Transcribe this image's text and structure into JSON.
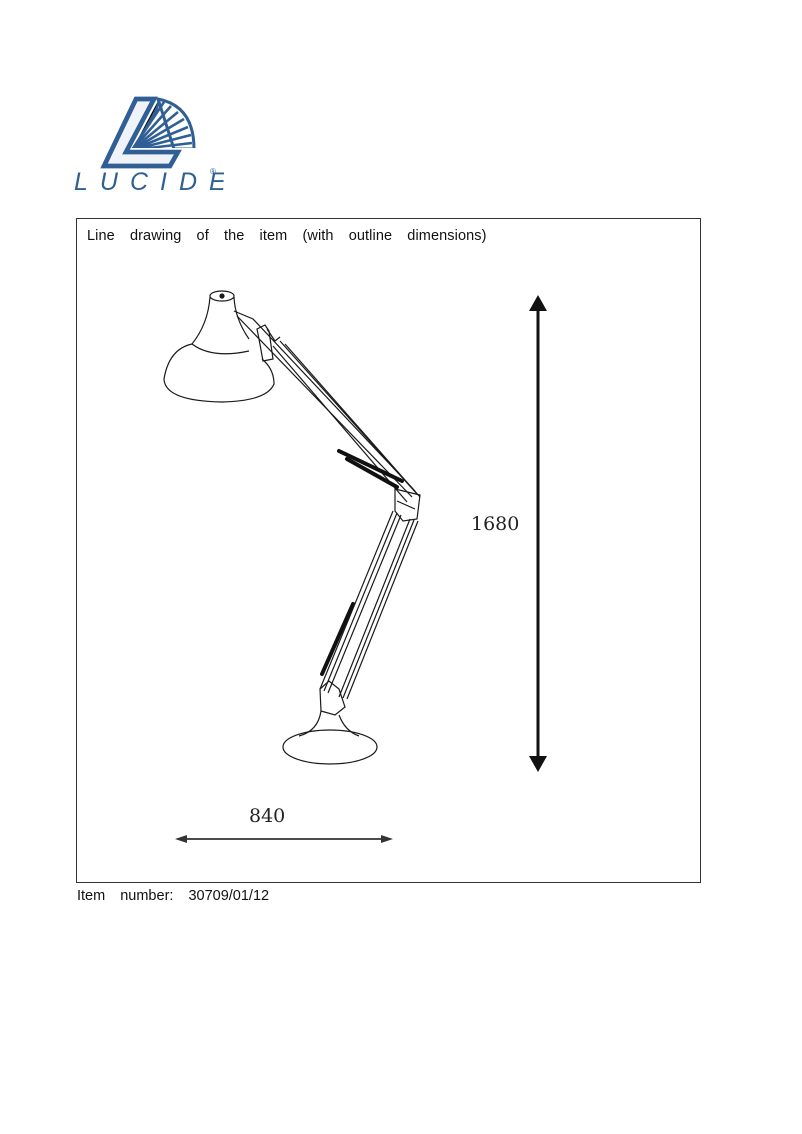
{
  "logo": {
    "brand": "LUCIDE",
    "registered_mark": "®",
    "color": "#2f5f95"
  },
  "drawing_box": {
    "title": "Line drawing of the item (with outline dimensions)",
    "subject": "adjustable floor lamp with cone shade, two-segment arm, round base",
    "dimensions": {
      "height": "1680",
      "width": "840"
    }
  },
  "footer": {
    "item_number_label": "Item number:",
    "item_number_value": "30709/01/12"
  }
}
